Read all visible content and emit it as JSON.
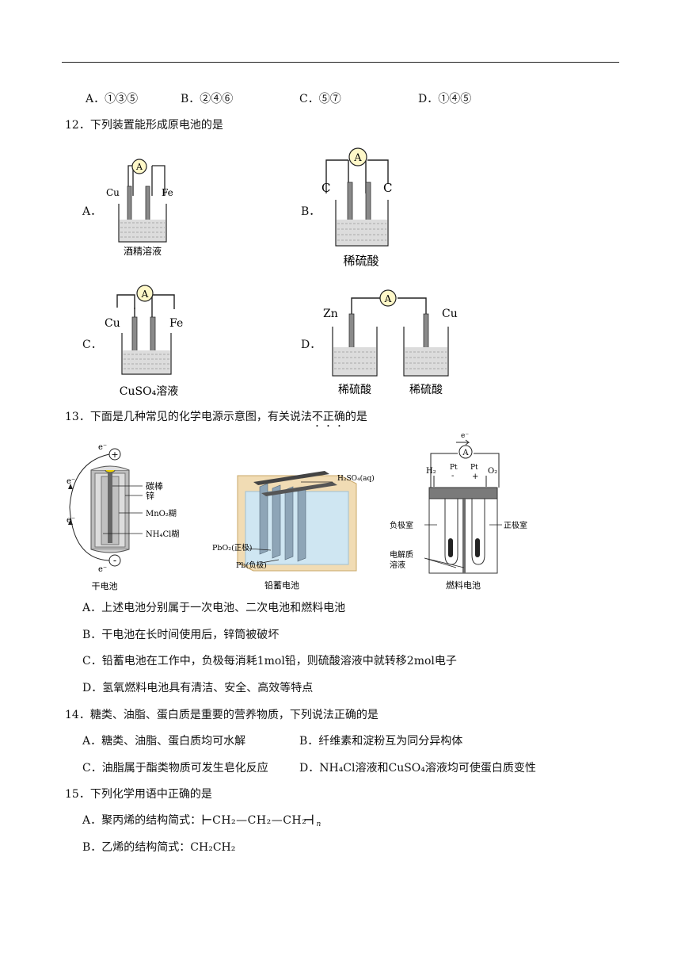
{
  "q11": {
    "options": [
      "A．①③⑤",
      "B．②④⑥",
      "C．⑤⑦",
      "D．①④⑤"
    ]
  },
  "q12": {
    "stem": "12．下列装置能形成原电池的是",
    "A": {
      "label": "A．",
      "meter": "A",
      "left": "Cu",
      "right": "Fe",
      "solution": "酒精溶液"
    },
    "B": {
      "label": "B．",
      "meter": "A",
      "left": "C",
      "right": "C",
      "solution": "稀硫酸"
    },
    "C": {
      "label": "C．",
      "meter": "A",
      "left": "Cu",
      "right": "Fe",
      "solution": "CuSO₄溶液"
    },
    "D": {
      "label": "D．",
      "meter": "A",
      "left": "Zn",
      "right": "Cu",
      "solution_left": "稀硫酸",
      "solution_right": "稀硫酸"
    }
  },
  "q13": {
    "stem_a": "13．下面是几种常见的化学电源示意图，有关说法",
    "stem_b": "不正确",
    "stem_c": "的是",
    "dry": {
      "caption": "干电池",
      "rod": "碳棒",
      "zinc": "锌",
      "mno2": "MnO₂糊",
      "nh4cl": "NH₄Cl糊",
      "e": "e⁻",
      "plus": "+",
      "minus": "-"
    },
    "lead": {
      "caption": "铅蓄电池",
      "acid": "H₂SO₄(aq)",
      "pbo2": "PbO₂(正极)",
      "pb": "Pb(负极)"
    },
    "fuel": {
      "caption": "燃料电池",
      "e": "e⁻",
      "meter": "A",
      "h2": "H₂",
      "o2": "O₂",
      "pt1": "Pt",
      "pt2": "Pt",
      "minus": "-",
      "plus": "+",
      "neg": "负极室",
      "pos": "正极室",
      "elec1": "电解质",
      "elec2": "溶液"
    },
    "options": [
      "A．上述电池分别属于一次电池、二次电池和燃料电池",
      "B．干电池在长时间使用后，锌筒被破坏",
      "C．铅蓄电池在工作中，负极每消耗1mol铅，则硫酸溶液中就转移2mol电子",
      "D．氢氧燃料电池具有清洁、安全、高效等特点"
    ]
  },
  "q14": {
    "stem": "14．糖类、油脂、蛋白质是重要的营养物质，下列说法正确的是",
    "options": [
      "A．糖类、油脂、蛋白质均可水解",
      "B．纤维素和淀粉互为同分异构体",
      "C．油脂属于酯类物质可发生皂化反应",
      "D．NH₄Cl溶液和CuSO₄溶液均可使蛋白质变性"
    ]
  },
  "q15": {
    "stem": "15．下列化学用语中正确的是",
    "A_label": "A．聚丙烯的结构简式：",
    "A_formula": "CH₂—CH₂—CH₂",
    "A_n": "n",
    "B": "B．乙烯的结构简式：CH₂CH₂"
  },
  "colors": {
    "beaker_liquid": "#d9d9d9",
    "meter_fill": "#fff8c8",
    "lead_water": "#cfe6f2",
    "lead_box": "#f1dcb4"
  }
}
